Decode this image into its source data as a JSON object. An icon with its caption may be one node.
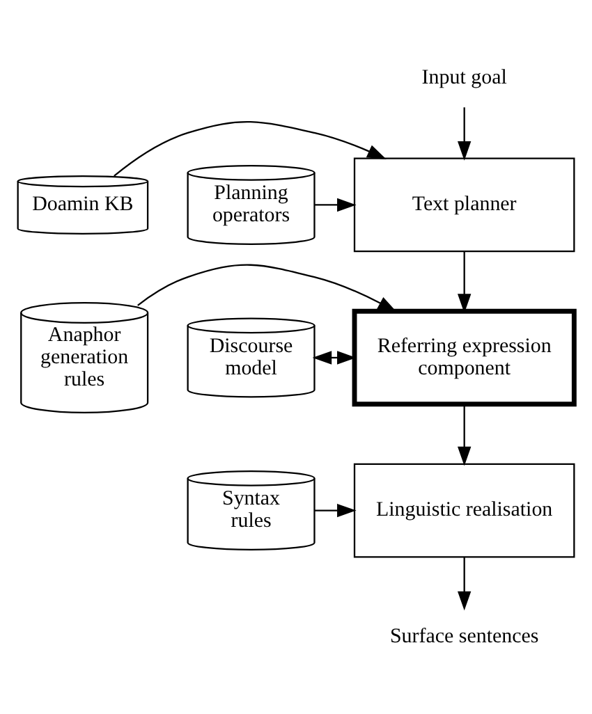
{
  "diagram": {
    "nodes": [
      {
        "text": [
          "Input goal"
        ]
      },
      {
        "text": [
          "Doamin KB"
        ]
      },
      {
        "text": [
          "Text planner"
        ]
      },
      {
        "text": [
          "Planning operators"
        ]
      },
      {
        "text": [
          "Anaphor generation rules"
        ]
      },
      {
        "text": [
          "Referring expression component"
        ]
      },
      {
        "text": [
          "Discourse model"
        ]
      },
      {
        "text": [
          "Syntax rules"
        ]
      },
      {
        "text": [
          "Linguistic realisation"
        ]
      },
      {
        "text": [
          "Surface sentences"
        ]
      }
    ],
    "edges": [
      {
        "from": 0,
        "to": 2,
        "arrow": "to"
      },
      {
        "from": 1,
        "to": 2,
        "arrow": "to"
      },
      {
        "from": 3,
        "to": 2,
        "arrow": "to"
      },
      {
        "from": 2,
        "to": 5,
        "arrow": "to"
      },
      {
        "from": 4,
        "to": 5,
        "arrow": "to"
      },
      {
        "from": 6,
        "to": 5,
        "arrow": "both"
      },
      {
        "from": 7,
        "to": 8,
        "arrow": "to"
      },
      {
        "from": 5,
        "to": 8,
        "arrow": "to"
      },
      {
        "from": 8,
        "to": 9,
        "arrow": "to"
      }
    ]
  }
}
